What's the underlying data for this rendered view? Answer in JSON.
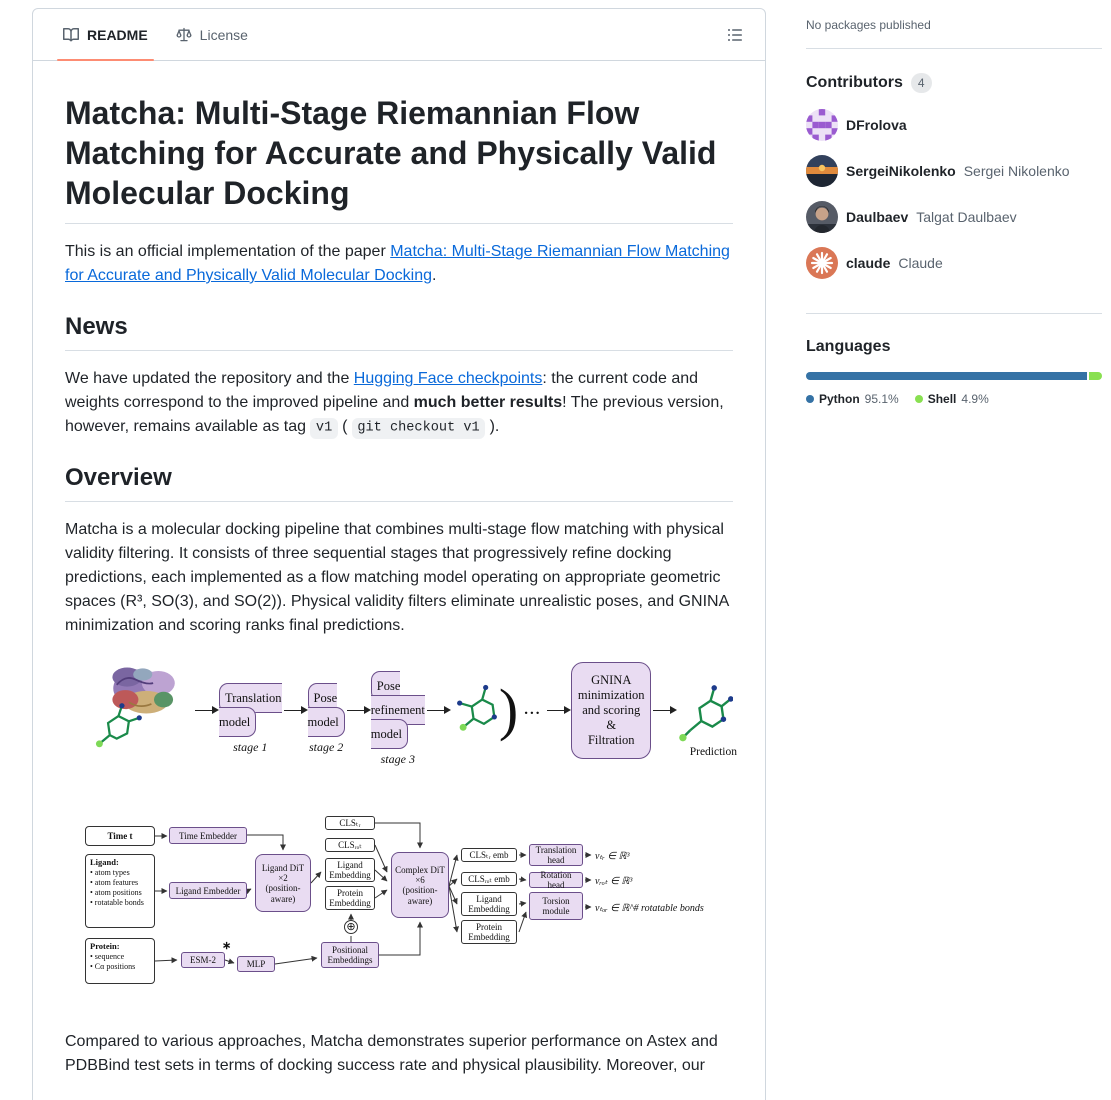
{
  "tabs": {
    "readme": "README",
    "license": "License"
  },
  "readme": {
    "title": "Matcha: Multi-Stage Riemannian Flow Matching for Accurate and Physically Valid Molecular Docking",
    "intro": {
      "prefix": "This is an official implementation of the paper ",
      "link": "Matcha: Multi-Stage Riemannian Flow Matching for Accurate and Physically Valid Molecular Docking",
      "suffix": "."
    },
    "news": {
      "heading": "News",
      "part1": "We have updated the repository and the ",
      "link": "Hugging Face checkpoints",
      "part2": ": the current code and weights correspond to the improved pipeline and ",
      "bold": "much better results",
      "part3": "! The previous version, however, remains available as tag ",
      "code1": "v1",
      "part4": " ( ",
      "code2": "git checkout v1",
      "part5": " )."
    },
    "overview": {
      "heading": "Overview",
      "paragraph": "Matcha is a molecular docking pipeline that combines multi-stage flow matching with physical validity filtering. It consists of three sequential stages that progressively refine docking predictions, each implemented as a flow matching model operating on appropriate geometric spaces (R³, SO(3), and SO(2)). Physical validity filters eliminate unrealistic poses, and GNINA minimization and scoring ranks final predictions.",
      "closing": "Compared to various approaches, Matcha demonstrates superior performance on Astex and PDBBind test sets in terms of docking success rate and physical plausibility. Moreover, our"
    }
  },
  "figure_pipeline": {
    "stage1_label": "Translation\nmodel",
    "stage1_caption": "stage 1",
    "stage2_label": "Pose\nmodel",
    "stage2_caption": "stage 2",
    "stage3_label": "Pose\nrefinement\nmodel",
    "stage3_caption": "stage 3",
    "paren": ")",
    "dots": "...",
    "gnina_label": "GNINA\nminimization\nand scoring\n&\nFiltration",
    "prediction_caption": "Prediction"
  },
  "figure_architecture": {
    "time_input": "Time t",
    "ligand_title": "Ligand:",
    "ligand_items": [
      "• atom types",
      "• atom features",
      "• atom positions",
      "• rotatable bonds"
    ],
    "protein_title": "Protein:",
    "protein_items": [
      "• sequence",
      "• Cα positions"
    ],
    "time_embedder": "Time Embedder",
    "ligand_embedder": "Ligand Embedder",
    "esm2": "ESM-2",
    "frozen_mark": "∗",
    "mlp": "MLP",
    "ligand_dit": "Ligand DiT\n×2\n(position-\naware)",
    "cls_tr": "CLSₜᵣ",
    "cls_rot": "CLSᵣₒₜ",
    "ligand_embedding": "Ligand\nEmbedding",
    "protein_embedding": "Protein\nEmbedding",
    "plus_mark": "⊕",
    "positional_embeddings": "Positional\nEmbeddings",
    "complex_dit": "Complex DiT\n×6\n(position-\naware)",
    "cls_tr_emb": "CLSₜᵣ emb",
    "cls_rot_emb": "CLSᵣₒₜ emb",
    "ligand_embedding_out": "Ligand\nEmbedding",
    "protein_embedding_out": "Protein\nEmbedding",
    "translation_head": "Translation\nhead",
    "rotation_head": "Rotation head",
    "torsion_module": "Torsion\nmodule",
    "v_tr": "vₜᵣ ∈ ℝ³",
    "v_rot": "vᵣₒₜ ∈ ℝ³",
    "v_tor": "vₜₒᵣ ∈ ℝ^# rotatable bonds"
  },
  "sidebar": {
    "packages_text": "No packages published",
    "contributors": {
      "heading": "Contributors",
      "count": "4",
      "items": [
        {
          "username": "DFrolova",
          "fullname": ""
        },
        {
          "username": "SergeiNikolenko",
          "fullname": "Sergei Nikolenko"
        },
        {
          "username": "Daulbaev",
          "fullname": "Talgat Daulbaev"
        },
        {
          "username": "claude",
          "fullname": "Claude"
        }
      ]
    },
    "languages": {
      "heading": "Languages",
      "items": [
        {
          "name": "Python",
          "percent": "95.1%",
          "color": "#3572A5"
        },
        {
          "name": "Shell",
          "percent": "4.9%",
          "color": "#89e051"
        }
      ]
    }
  }
}
